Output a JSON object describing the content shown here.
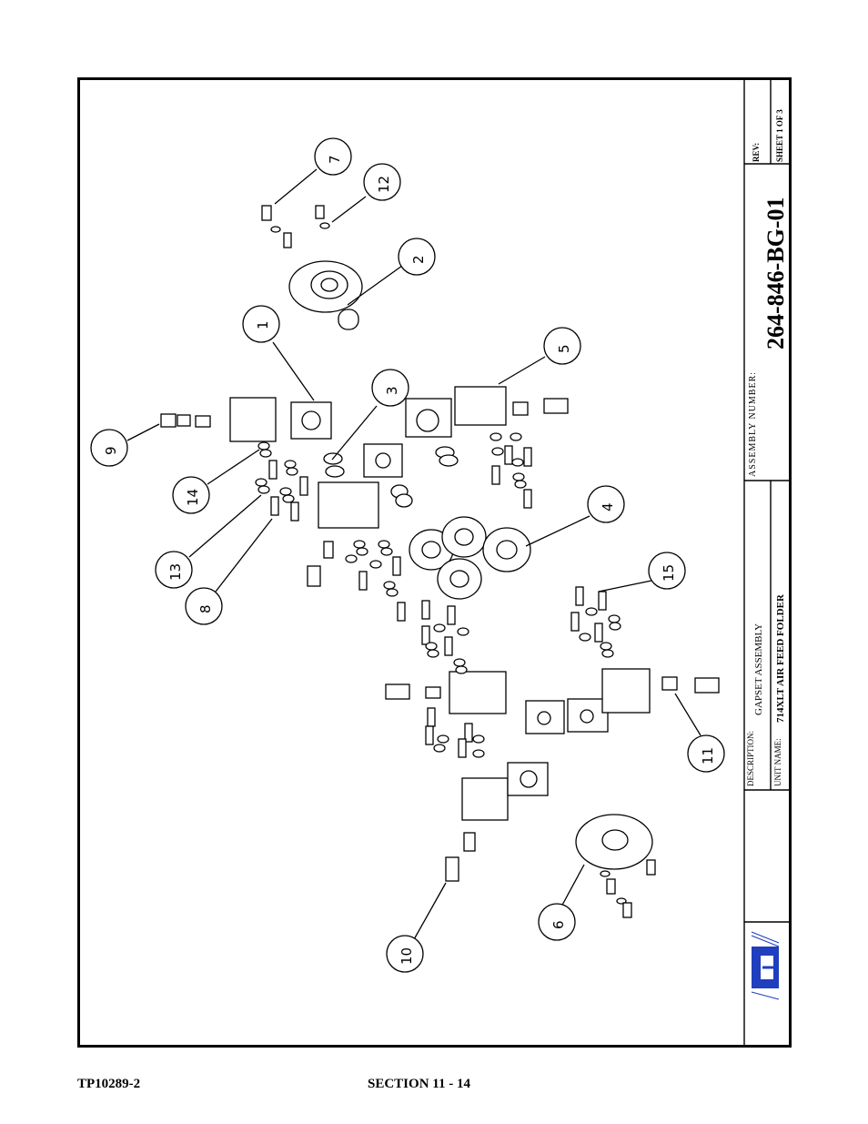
{
  "title_block": {
    "rev_label": "REV:",
    "sheet": "SHEET 1 OF 3",
    "assembly_number_label": "ASSEMBLY NUMBER:",
    "assembly_number": "264-846-BG-01",
    "description_label": "DESCRIPTION:",
    "description": "GAPSET ASSEMBLY",
    "unit_name_label": "UNIT NAME:",
    "unit_name": "714XLT AIR FEED FOLDER"
  },
  "balloons": [
    "1",
    "2",
    "3",
    "4",
    "5",
    "6",
    "7",
    "8",
    "9",
    "10",
    "11",
    "12",
    "13",
    "14",
    "15"
  ],
  "footer": {
    "doc_number": "TP10289-2",
    "section": "SECTION 11 - 14"
  }
}
